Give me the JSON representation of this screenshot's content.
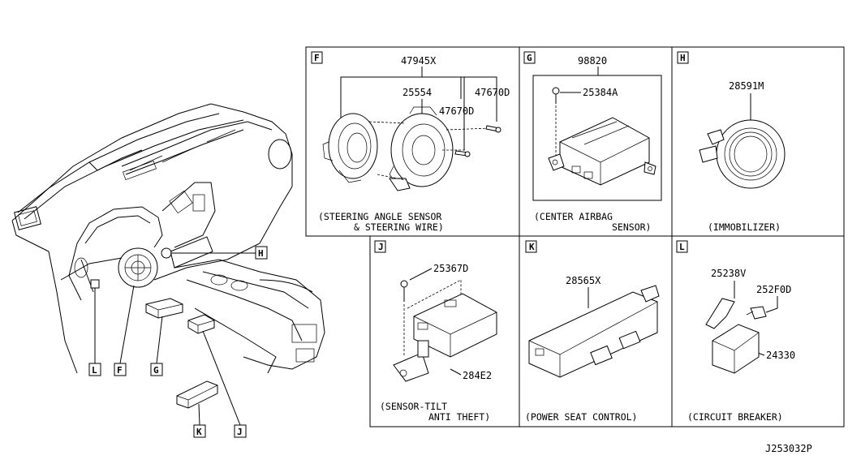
{
  "diagram_id": "J253032P",
  "callout_letters": {
    "F": "F",
    "G": "G",
    "H": "H",
    "J": "J",
    "K": "K",
    "L": "L"
  },
  "panels": {
    "F": {
      "letter": "F",
      "parts": [
        "47945X",
        "25554",
        "47670D",
        "47670D"
      ],
      "caption_line1": "(STEERING ANGLE SENSOR",
      "caption_line2": "& STEERING WIRE)"
    },
    "G": {
      "letter": "G",
      "parts": [
        "98820",
        "25384A"
      ],
      "caption_line1": "(CENTER AIRBAG",
      "caption_line2": "SENSOR)"
    },
    "H": {
      "letter": "H",
      "parts": [
        "28591M"
      ],
      "caption_line1": "(IMMOBILIZER)"
    },
    "J": {
      "letter": "J",
      "parts": [
        "25367D",
        "284E2"
      ],
      "caption_line1": "(SENSOR-TILT",
      "caption_line2": "ANTI THEFT)"
    },
    "K": {
      "letter": "K",
      "parts": [
        "28565X"
      ],
      "caption_line1": "(POWER SEAT CONTROL)"
    },
    "L": {
      "letter": "L",
      "parts": [
        "25238V",
        "252F0D",
        "24330"
      ],
      "caption_line1": "(CIRCUIT BREAKER)"
    }
  }
}
